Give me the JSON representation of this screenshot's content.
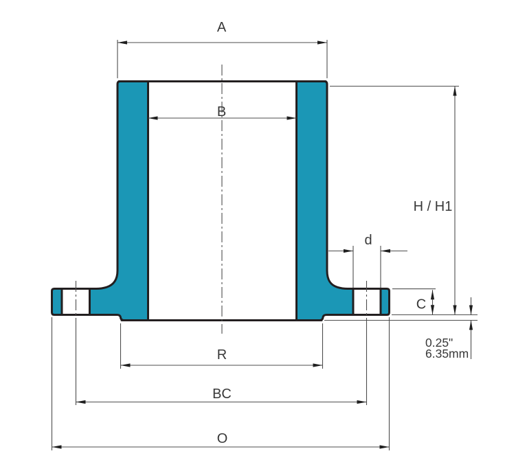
{
  "drawing": {
    "type": "weld-neck-flange-cross-section",
    "background": "#ffffff",
    "part_fill_color": "#1b97b6",
    "outline_color": "#231f20",
    "dimension_line_color": "#4d4d4d",
    "text_color": "#383838",
    "dimensions": {
      "a_label": "A",
      "b_label": "B",
      "h_label": "H / H1",
      "d_label": "d",
      "c_label": "C",
      "r_label": "R",
      "bc_label": "BC",
      "o_label": "O",
      "raised_face_inch": "0.25\"",
      "raised_face_mm": "6.35mm"
    }
  }
}
